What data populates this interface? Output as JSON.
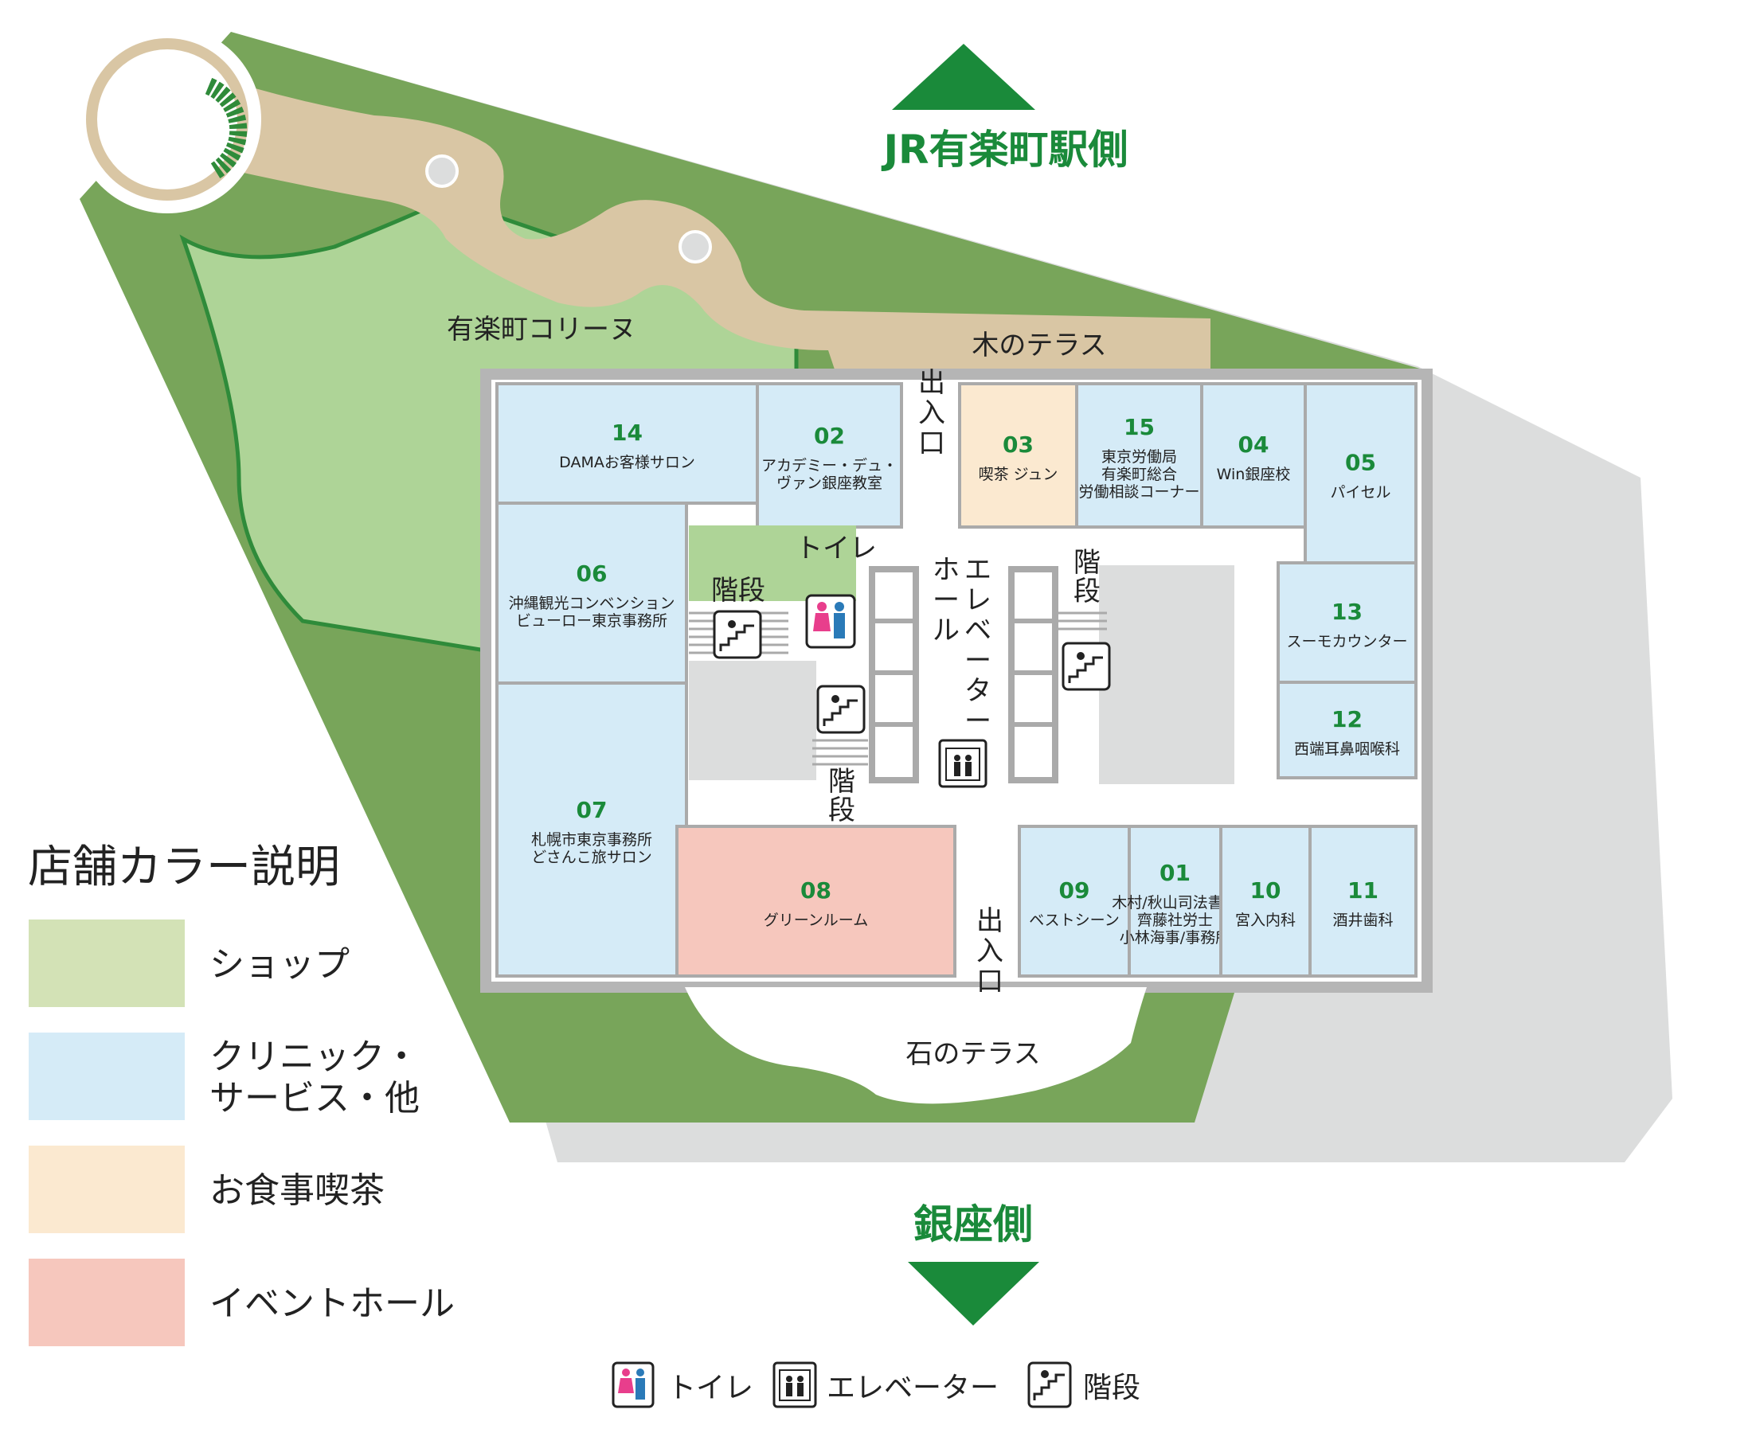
{
  "directions": {
    "north": "JR有楽町駅側",
    "south": "銀座側"
  },
  "areas": {
    "corinne": "有楽町コリーヌ",
    "wood_terrace": "木のテラス",
    "stone_terrace": "石のテラス",
    "entrance": "出入口",
    "elevator_hall": "エレベーターホール",
    "stairs": "階段",
    "toilet": "トイレ"
  },
  "stores": [
    {
      "id": "14",
      "num": "14",
      "lines": [
        "DAMAお客様サロン"
      ],
      "category": "clinic"
    },
    {
      "id": "02",
      "num": "02",
      "lines": [
        "アカデミー・デュ・",
        "ヴァン銀座教室"
      ],
      "category": "clinic"
    },
    {
      "id": "03",
      "num": "03",
      "lines": [
        "喫茶 ジュン"
      ],
      "category": "food"
    },
    {
      "id": "15",
      "num": "15",
      "lines": [
        "東京労働局",
        "有楽町総合",
        "労働相談コーナー"
      ],
      "category": "clinic"
    },
    {
      "id": "04",
      "num": "04",
      "lines": [
        "Win銀座校"
      ],
      "category": "clinic"
    },
    {
      "id": "05",
      "num": "05",
      "lines": [
        "パイセル"
      ],
      "category": "clinic"
    },
    {
      "id": "06",
      "num": "06",
      "lines": [
        "沖縄観光コンベンション",
        "ビューロー東京事務所"
      ],
      "category": "clinic"
    },
    {
      "id": "13",
      "num": "13",
      "lines": [
        "スーモカウンター"
      ],
      "category": "clinic"
    },
    {
      "id": "12",
      "num": "12",
      "lines": [
        "西端耳鼻咽喉科"
      ],
      "category": "clinic"
    },
    {
      "id": "07",
      "num": "07",
      "lines": [
        "札幌市東京事務所",
        "どさんこ旅サロン"
      ],
      "category": "clinic"
    },
    {
      "id": "08",
      "num": "08",
      "lines": [
        "グリーンルーム"
      ],
      "category": "event"
    },
    {
      "id": "09",
      "num": "09",
      "lines": [
        "ベストシーン"
      ],
      "category": "clinic"
    },
    {
      "id": "01",
      "num": "01",
      "lines": [
        "木村/秋山司法書士",
        "齊藤社労士",
        "小林海事/事務所"
      ],
      "category": "clinic"
    },
    {
      "id": "10",
      "num": "10",
      "lines": [
        "宮入内科"
      ],
      "category": "clinic"
    },
    {
      "id": "11",
      "num": "11",
      "lines": [
        "酒井歯科"
      ],
      "category": "clinic"
    }
  ],
  "legend": {
    "title": "店舗カラー説明",
    "items": [
      {
        "lines": [
          "ショップ"
        ],
        "color": "#d3e2b6"
      },
      {
        "lines": [
          "クリニック・",
          "サービス・他"
        ],
        "color": "#d5ebf7"
      },
      {
        "lines": [
          "お食事喫茶"
        ],
        "color": "#fbe9d0"
      },
      {
        "lines": [
          "イベントホール"
        ],
        "color": "#f6c7bd"
      }
    ]
  },
  "icon_legend": {
    "toilet": "トイレ",
    "elevator": "エレベーター",
    "stairs": "階段"
  },
  "colors": {
    "accent_green": "#1a8a3a",
    "shop": "#d3e2b6",
    "clinic": "#d5ebf7",
    "food": "#fbe9d0",
    "event": "#f6c7bd",
    "lawn_dark": "#78a55a",
    "lawn_light": "#aed497",
    "path": "#d9c6a4",
    "ground_gray": "#dcdddd"
  }
}
